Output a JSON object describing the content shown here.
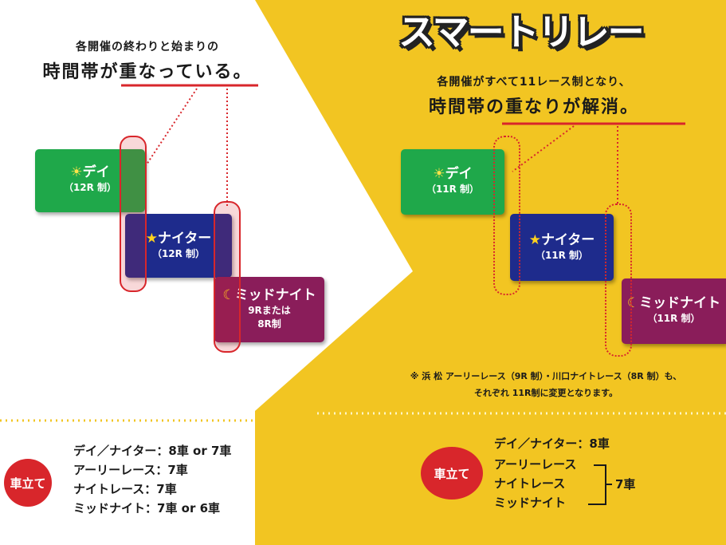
{
  "left": {
    "subtitle": "各開催の終わりと始まりの",
    "title": "時間帯が重なっている。",
    "boxes": {
      "day": {
        "label": "デイ",
        "sub": "（12R 制）"
      },
      "nighter": {
        "label": "ナイター",
        "sub": "（12R 制）"
      },
      "midnight": {
        "label": "ミッドナイト",
        "sub_line1": "9Rまたは",
        "sub_line2": "8R制"
      }
    },
    "badge": "車立て",
    "legend": [
      "デイ／ナイター：8車 or 7車",
      "アーリーレース：7車",
      "ナイトレース：7車",
      "ミッドナイト：7車 or 6車"
    ]
  },
  "right": {
    "logo": "スマートリレー",
    "subtitle": "各開催がすべて11レース制となり、",
    "title": "時間帯の重なりが解消。",
    "boxes": {
      "day": {
        "label": "デイ",
        "sub": "（11R 制）"
      },
      "nighter": {
        "label": "ナイター",
        "sub": "（11R 制）"
      },
      "midnight": {
        "label": "ミッドナイト",
        "sub": "（11R 制）"
      }
    },
    "note_line1": "※ 浜 松 アーリーレース（9R 制）・川口ナイトレース（8R 制）も、",
    "note_line2": "それぞれ 11R制に変更となります。",
    "badge": "車立て",
    "legend_top": "デイ／ナイター：8車",
    "legend_group": [
      "アーリーレース",
      "ナイトレース",
      "ミッドナイト"
    ],
    "legend_group_value": "7車"
  },
  "icons": {
    "sun": "☀",
    "star": "★",
    "moon": "☾"
  },
  "colors": {
    "yellow": "#f2c522",
    "red": "#d8262b",
    "green": "#1fa84a",
    "navy": "#1e2b8c",
    "purple": "#8a1d5a"
  }
}
